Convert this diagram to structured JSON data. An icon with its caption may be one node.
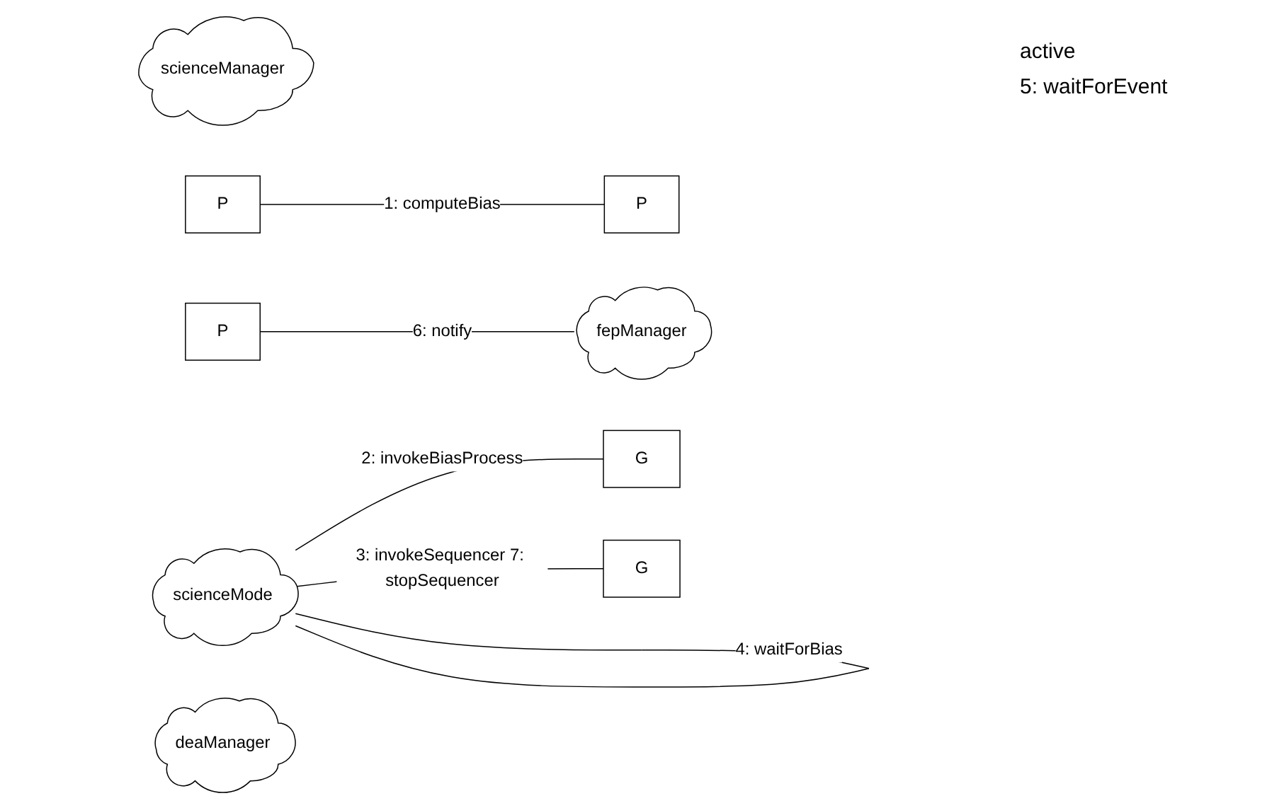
{
  "diagram": {
    "nodes": [
      {
        "text": [
          "scienceManager"
        ]
      },
      {
        "text": [
          "P"
        ]
      },
      {
        "text": [
          "P"
        ]
      },
      {
        "text": [
          "scienceMode"
        ]
      },
      {
        "text": [
          "P"
        ]
      },
      {
        "text": [
          "fepManager"
        ]
      },
      {
        "text": [
          "G"
        ]
      },
      {
        "text": [
          "deaManager"
        ]
      },
      {
        "text": [
          "G"
        ]
      }
    ],
    "edges": [
      {
        "from": 3,
        "to": 3,
        "label": "4: waitForBias",
        "arrow": "none"
      },
      {
        "from": 1,
        "to": 4,
        "label": "1: computeBias",
        "arrow": "none"
      },
      {
        "from": 2,
        "to": 5,
        "label": "6: notify",
        "arrow": "none"
      },
      {
        "from": 3,
        "to": 6,
        "label": "2: invokeBiasProcess",
        "arrow": "none"
      },
      {
        "from": 3,
        "to": 8,
        "label": "3: invokeSequencer 7: stopSequencer",
        "arrow": "none"
      }
    ],
    "labels": [
      "active",
      "5: waitForEvent"
    ]
  }
}
